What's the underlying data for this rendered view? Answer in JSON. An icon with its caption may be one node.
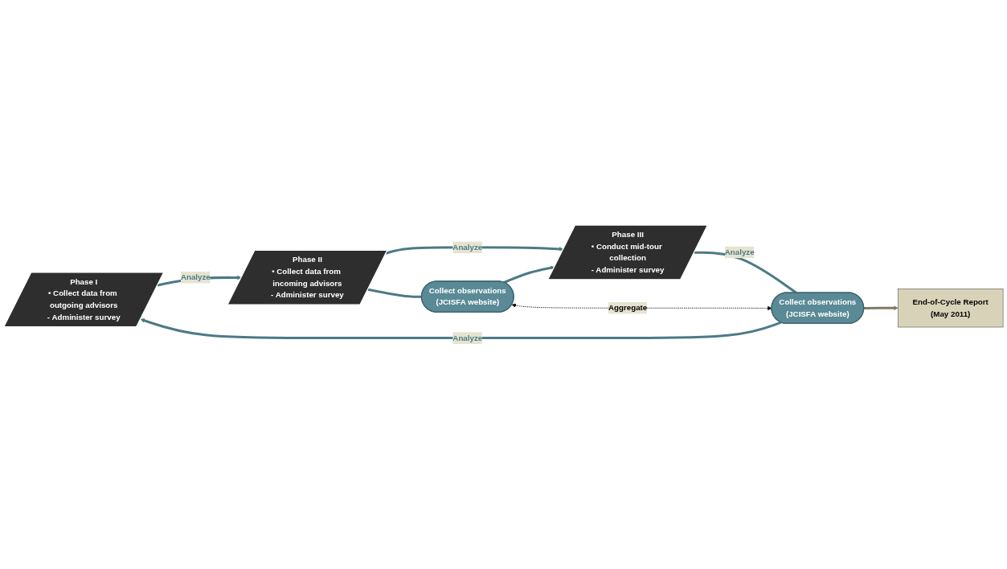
{
  "diagram": {
    "nodes": [
      {
        "text": [
          "Phase I",
          "• Collect data from outgoing advisors",
          "- Administer survey"
        ]
      },
      {
        "text": [
          "Phase II",
          "• Collect data from incoming advisors",
          "- Administer survey"
        ]
      },
      {
        "text": [
          "Phase III",
          "• Conduct mid-tour collection",
          "- Administer survey"
        ]
      },
      {
        "text": [
          "Collect observations",
          "(JCISFA website)"
        ]
      },
      {
        "text": [
          "Collect observations",
          "(JCISFA website)"
        ]
      },
      {
        "text": [
          "End-of-Cycle Report",
          "(May 2011)"
        ]
      }
    ],
    "edges": [
      {
        "from": 0,
        "to": 1,
        "arrow": "to",
        "label": "Analyze"
      },
      {
        "from": 1,
        "to": 2,
        "arrow": "to",
        "label": "Analyze"
      },
      {
        "from": 1,
        "to": 3,
        "arrow": "none"
      },
      {
        "from": 3,
        "to": 2,
        "arrow": "to"
      },
      {
        "from": 2,
        "to": 4,
        "arrow": "none",
        "label": "Analyze"
      },
      {
        "from": 4,
        "to": 0,
        "arrow": "to",
        "label": "Analyze"
      },
      {
        "from": 3,
        "to": 4,
        "arrow": "both",
        "label": "Aggregate",
        "style": "dashed",
        "color": "#000000"
      },
      {
        "from": 4,
        "to": 5,
        "arrow": "to",
        "color": "#7f7a68"
      }
    ]
  }
}
